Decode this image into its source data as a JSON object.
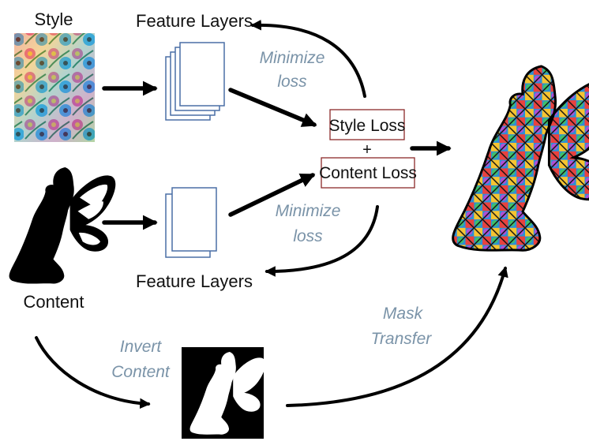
{
  "labels": {
    "style": "Style",
    "feature_layers_top": "Feature Layers",
    "feature_layers_bottom": "Feature Layers",
    "content": "Content",
    "style_loss": "Style Loss",
    "plus": "+",
    "content_loss": "Content Loss",
    "minimize_loss_top_1": "Minimize",
    "minimize_loss_top_2": "loss",
    "minimize_loss_bottom_1": "Minimize",
    "minimize_loss_bottom_2": "loss",
    "invert_content_1": "Invert",
    "invert_content_2": "Content",
    "mask_transfer_1": "Mask",
    "mask_transfer_2": "Transfer"
  },
  "colors": {
    "annotation": "#7a93a8",
    "box_border": "#8b2a2a",
    "layer_border": "#4a6fa5",
    "arrow": "#000000"
  }
}
